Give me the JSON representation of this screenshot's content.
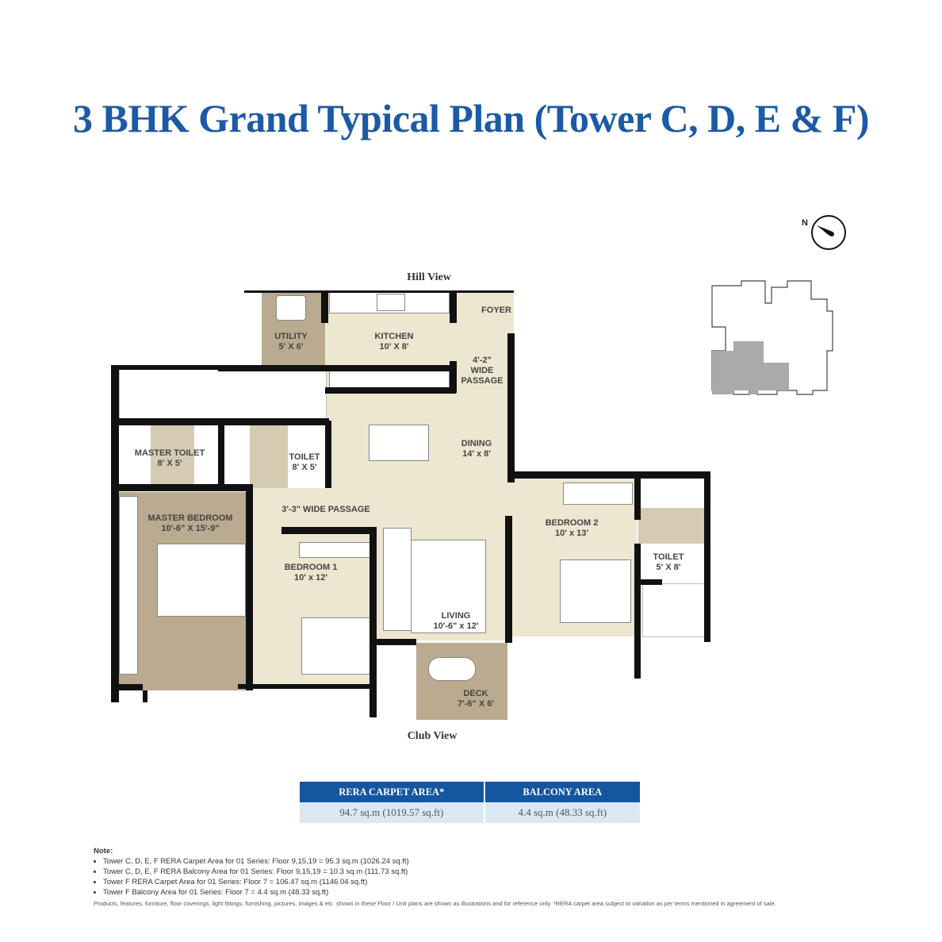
{
  "title": "3 BHK Grand Typical Plan (Tower C, D, E & F)",
  "views": {
    "top": "Hill View",
    "bottom": "Club View"
  },
  "compass": {
    "label": "N"
  },
  "rooms": {
    "utility": {
      "name": "UTILITY",
      "size": "5' X 6'"
    },
    "kitchen": {
      "name": "KITCHEN",
      "size": "10' X 8'"
    },
    "foyer": {
      "name": "FOYER"
    },
    "passage_wide": {
      "line1": "4'-2\"",
      "line2": "WIDE",
      "line3": "PASSAGE"
    },
    "dining": {
      "name": "DINING",
      "size": "14' x 8'"
    },
    "master_toilet": {
      "name": "MASTER TOILET",
      "size": "8' X 5'"
    },
    "toilet1": {
      "name": "TOILET",
      "size": "8' X 5'"
    },
    "passage": {
      "name": "3'-3\" WIDE PASSAGE"
    },
    "master_bedroom": {
      "name": "MASTER BEDROOM",
      "size": "10'-6\" X 15'-9\""
    },
    "bedroom1": {
      "name": "BEDROOM 1",
      "size": "10' x 12'"
    },
    "living": {
      "name": "LIVING",
      "size": "10'-6\" x 12'"
    },
    "deck": {
      "name": "DECK",
      "size": "7'-6\" X 6'"
    },
    "bedroom2": {
      "name": "BEDROOM 2",
      "size": "10' x 13'"
    },
    "toilet2": {
      "name": "TOILET",
      "size": "5' X 8'"
    }
  },
  "area_table": {
    "headers": [
      "RERA CARPET AREA*",
      "BALCONY AREA"
    ],
    "values": [
      "94.7 sq.m (1019.57 sq.ft)",
      "4.4 sq.m (48.33 sq.ft)"
    ]
  },
  "notes": {
    "heading": "Note:",
    "items": [
      "Tower C, D, E, F RERA Carpet Area for 01 Series: Floor 9,15,19 = 95.3 sq.m (1026.24 sq.ft)",
      "Tower C, D, E, F RERA Balcony Area for 01 Series: Floor 9,15,19 = 10.3 sq.m (111.73 sq.ft)",
      "Tower F RERA Carpet Area for 01 Series: Floor 7 = 106.47 sq.m (1146.04 sq.ft)",
      "Tower F Balcony Area for 01 Series: Floor 7 = 4.4 sq.m (48.33 sq.ft)"
    ],
    "disclaimer": "Products, features, furniture, floor coverings, light fittings, furnishing, pictures, images & etc. shown in these Floor / Unit plans are shown as illustrations and for reference only. *RERA carpet area subject to variation as per terms mentioned in agreement of sale."
  },
  "colors": {
    "title": "#1b5aa6",
    "floor": "#ede6d1",
    "accent_floor": "#b9aa90",
    "table_header": "#1556a0",
    "table_body": "#dbe8f4"
  }
}
